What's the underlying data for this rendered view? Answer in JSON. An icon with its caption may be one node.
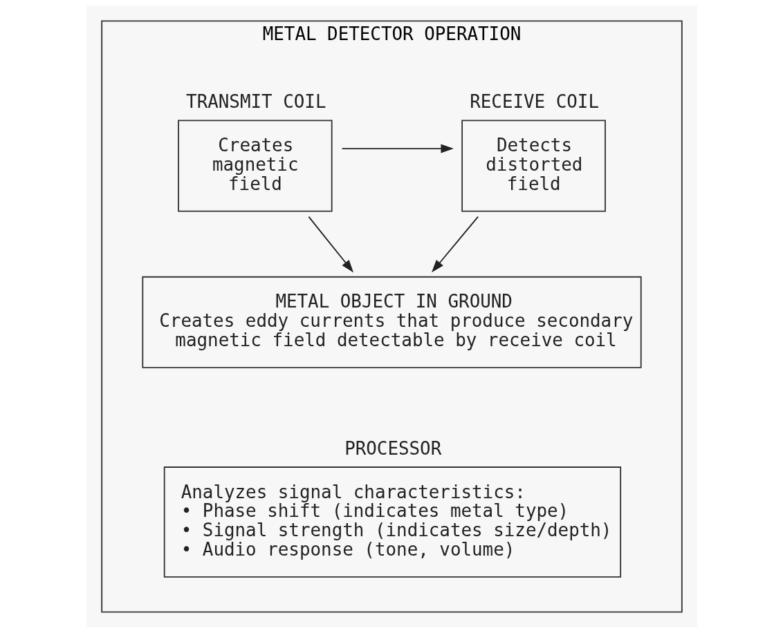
{
  "diagram": {
    "nodes": [
      {
        "text": [
          "METAL DETECTOR OPERATION"
        ]
      },
      {
        "text": [
          "TRANSMIT COIL",
          "Creates magnetic field"
        ],
        "in": 0
      },
      {
        "text": [
          "RECEIVE COIL",
          "Detects distorted field"
        ],
        "in": 0
      },
      {
        "text": [
          "METAL OBJECT IN GROUND",
          "Creates eddy currents that produce secondary magnetic field detectable by receive coil"
        ],
        "in": 0
      },
      {
        "text": [
          "PROCESSOR",
          "Analyzes signal characteristics:",
          "• Phase shift (indicates metal type)",
          "• Signal strength (indicates size/depth)",
          "• Audio response (tone, volume)"
        ],
        "in": 0
      }
    ],
    "edges": [
      {
        "from": 1,
        "to": 2,
        "arrow": "to"
      },
      {
        "from": 1,
        "to": 3,
        "arrow": "to"
      },
      {
        "from": 2,
        "to": 3,
        "arrow": "to"
      }
    ]
  }
}
